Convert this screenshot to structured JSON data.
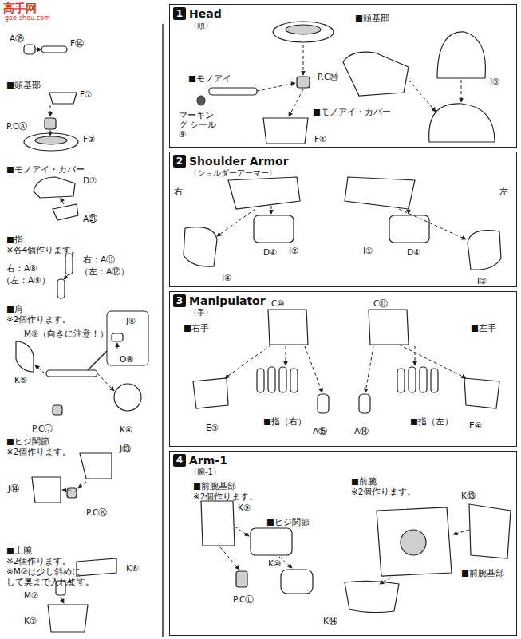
{
  "diagram": {
    "nodes": [
      {
        "text": [
          "1",
          "Head",
          "〈頭〉"
        ]
      },
      {
        "text": [
          "2",
          "Shoulder Armor",
          "〈ショルダーアーマー〉"
        ]
      },
      {
        "text": [
          "3",
          "Manipulator",
          "〈手〉"
        ]
      },
      {
        "text": [
          "4",
          "Arm-1",
          "〈腕-1〉"
        ]
      }
    ],
    "labels": [
      "高手网",
      "gao-shou.com",
      "A⑱",
      "F⑭",
      "■頭基部",
      "F⑦",
      "P.CⒶ",
      "F③",
      "■モノアイ・カバー",
      "D⑦",
      "A㉑",
      "■指",
      "※各4個作ります。",
      "右：A⑧",
      "（左：A⑨）",
      "右：A⑪",
      "（左：A⑫）",
      "■肩",
      "※2個作ります。",
      "J⑥",
      "M⑥（向きに注意！）",
      "O⑧",
      "K⑤",
      "P.CⒿ",
      "K④",
      "■ヒジ関節",
      "※2個作ります。",
      "J⑬",
      "J⑭",
      "P.CⓀ",
      "■上腕",
      "※2個作ります。",
      "※M②は少し斜めに",
      "して奥まで入れます。",
      "K⑥",
      "M②",
      "K⑦",
      "■頭基部",
      "P.CⓂ",
      "■モノアイ",
      "マーキング シール⑨",
      "F④",
      "■モノアイ・カバー",
      "I⑤",
      "右",
      "左",
      "I②",
      "I④",
      "D④",
      "I①",
      "D④",
      "I③",
      "C⑩",
      "C⑪",
      "■右手",
      "■左手",
      "E③",
      "■指（右）",
      "A⑮",
      "A⑭",
      "■指（左）",
      "E④",
      "■前腕基部",
      "※2個作ります。",
      "K⑨",
      "■ヒジ関節",
      "K⑩",
      "P.CⓁ",
      "■前腕",
      "※2個作ります。",
      "K⑬",
      "■前腕基部",
      "K⑭"
    ]
  }
}
